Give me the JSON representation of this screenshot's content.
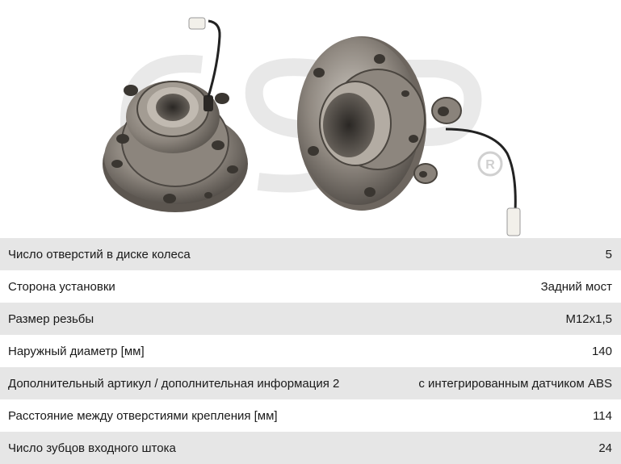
{
  "product": {
    "image_icon": "wheel-hub-bearing-assembly",
    "watermark_icon": "registered-trademark-icon"
  },
  "specs": [
    {
      "label": "Число отверстий в диске колеса",
      "value": "5"
    },
    {
      "label": "Сторона установки",
      "value": "Задний мост"
    },
    {
      "label": "Размер резьбы",
      "value": "M12x1,5"
    },
    {
      "label": "Наружный диаметр [мм]",
      "value": "140"
    },
    {
      "label": "Дополнительный артикул / дополнительная информация 2",
      "value": "с интегрированным датчиком ABS"
    },
    {
      "label": "Расстояние между отверстиями крепления [мм]",
      "value": "114"
    },
    {
      "label": "Число зубцов входного штока",
      "value": "24"
    }
  ],
  "colors": {
    "row_shaded": "#e6e6e6",
    "row_plain": "#ffffff",
    "text": "#1a1a1a",
    "watermark": "#d9d9d9"
  }
}
